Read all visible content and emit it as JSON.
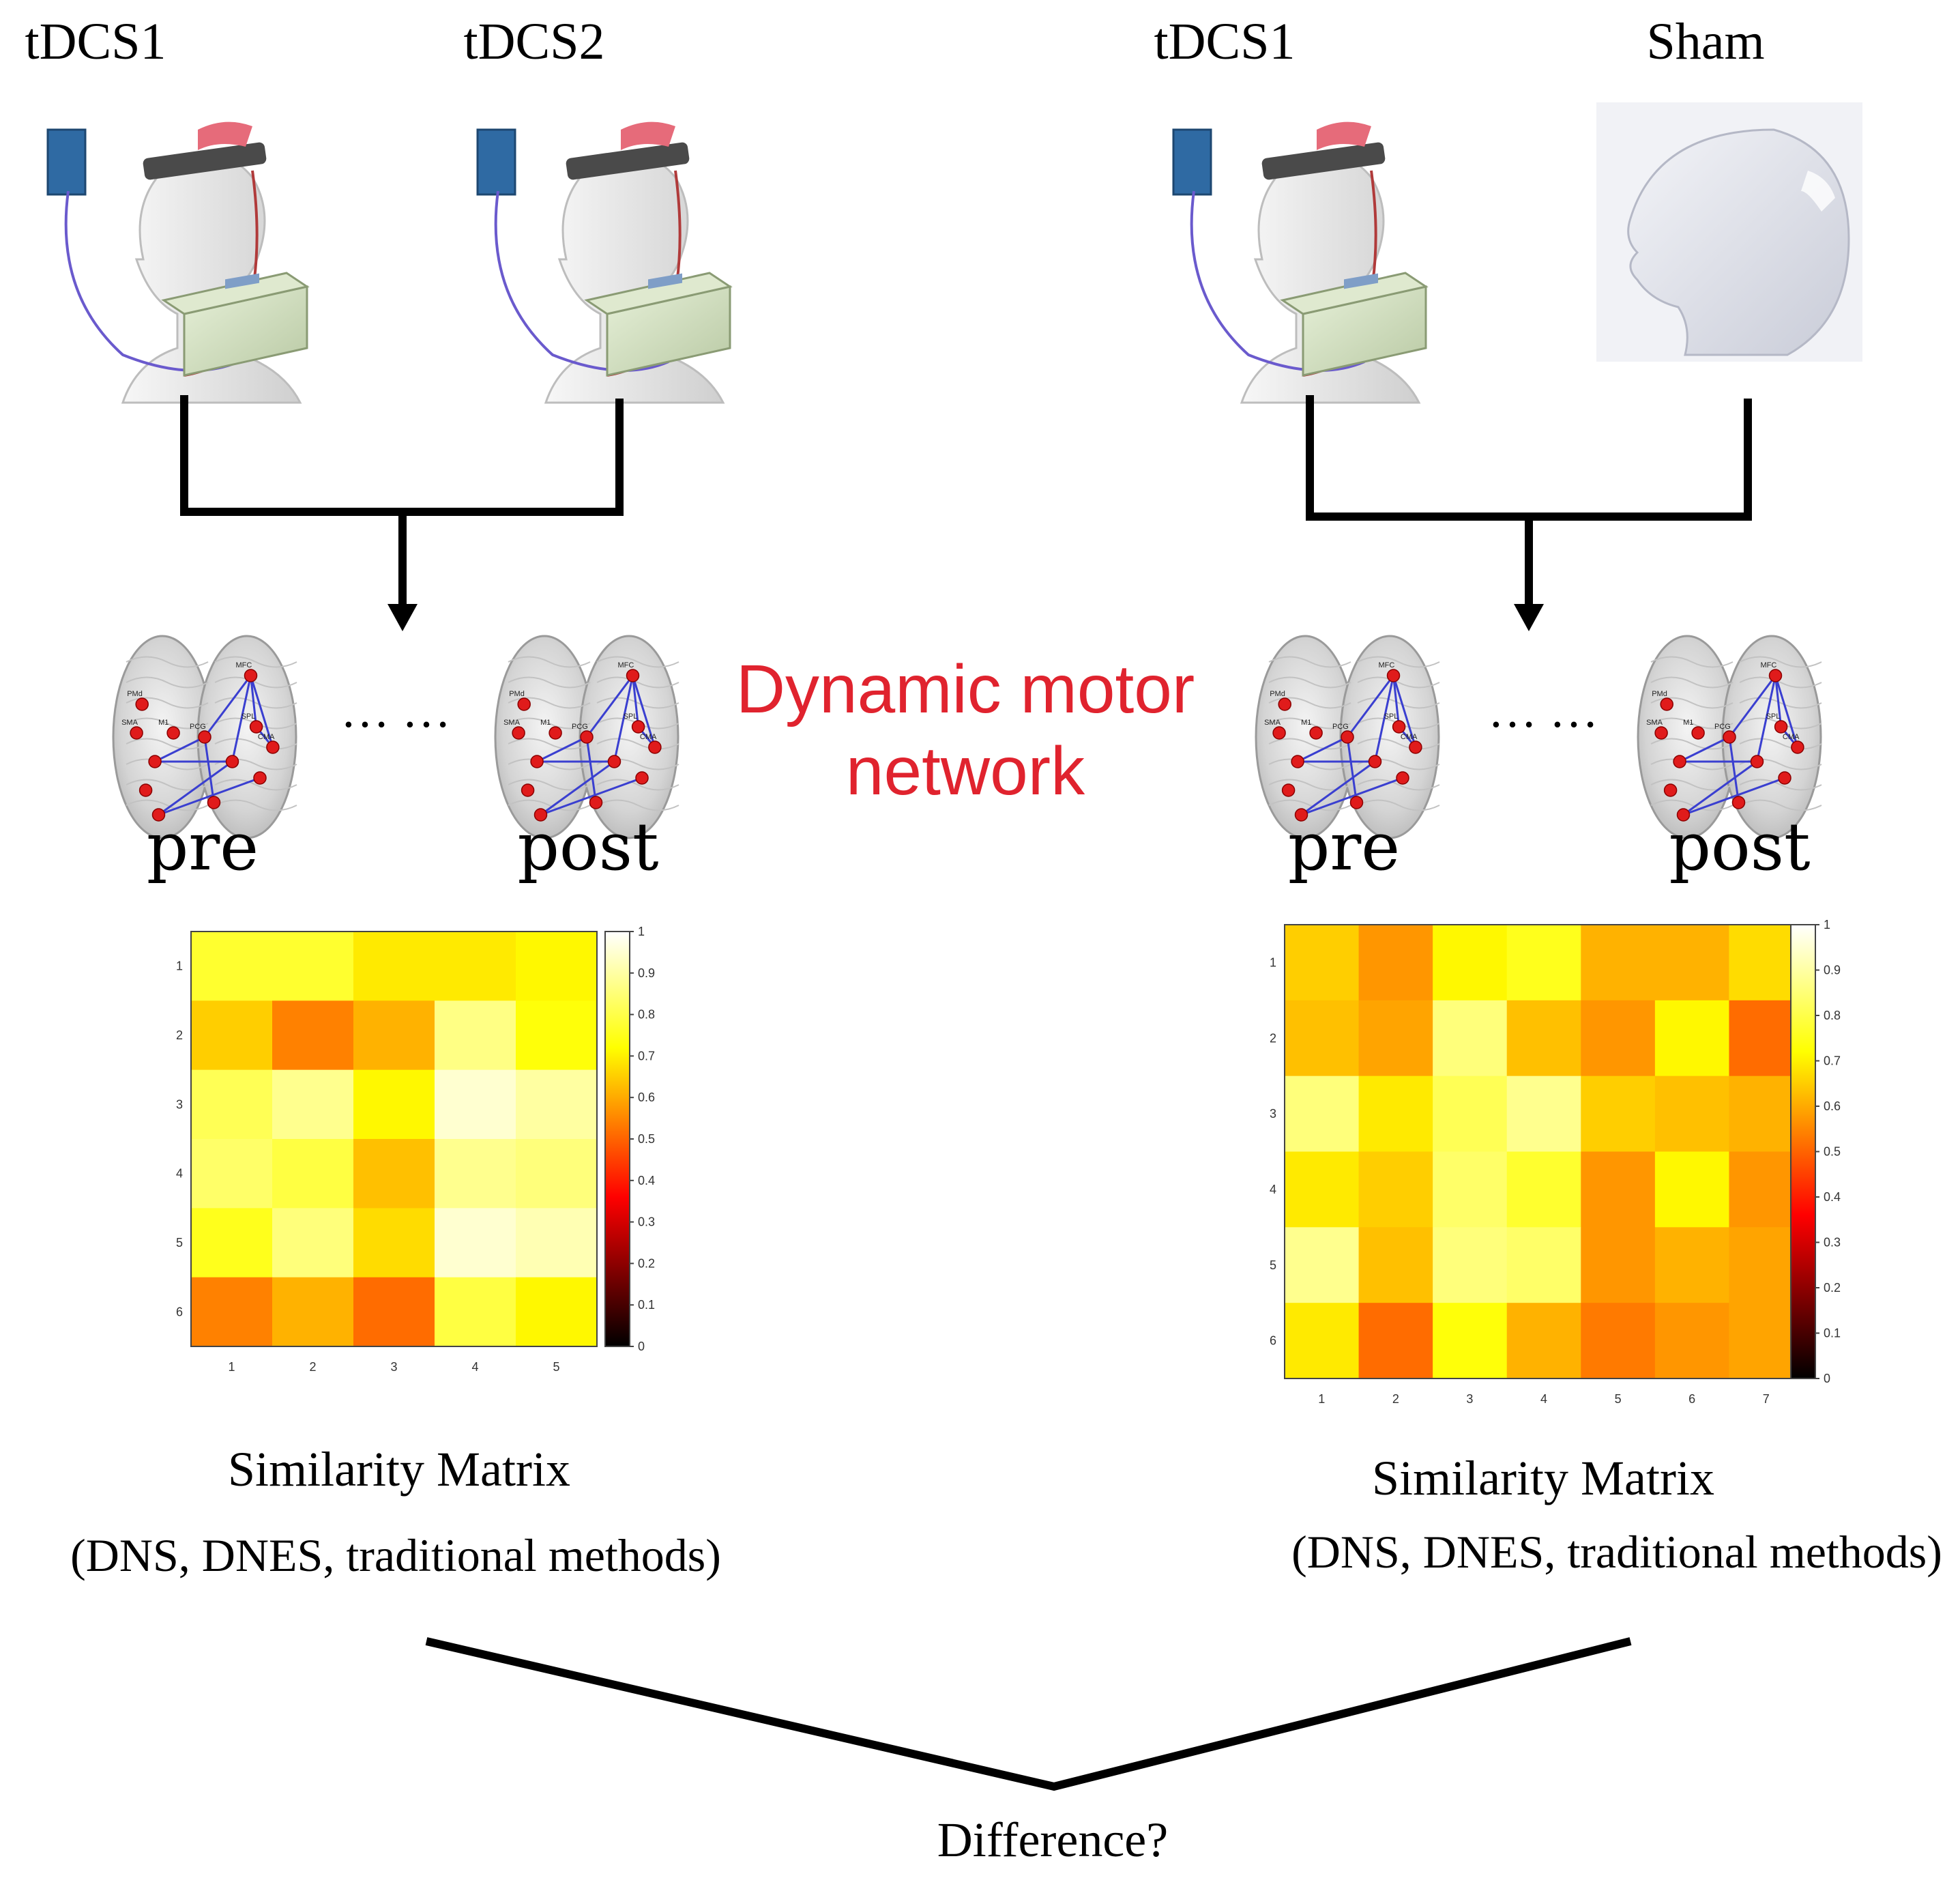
{
  "left_panel": {
    "cond_a": "tDCS1",
    "cond_b": "tDCS2",
    "pre_label": "pre",
    "post_label": "post",
    "ellipsis": "… …",
    "matrix_title": "Similarity Matrix",
    "matrix_subtitle": "(DNS, DNES, traditional  methods)"
  },
  "right_panel": {
    "cond_a": "tDCS1",
    "cond_b": "Sham",
    "pre_label": "pre",
    "post_label": "post",
    "ellipsis": "… …",
    "matrix_title": "Similarity Matrix",
    "matrix_subtitle": "(DNS, DNES, traditional  methods)"
  },
  "center_title_line1": "Dynamic motor",
  "center_title_line2": "network",
  "bottom_label": "Difference?",
  "chart_data": [
    {
      "type": "heatmap",
      "rows": [
        "1",
        "2",
        "3",
        "4",
        "5",
        "6"
      ],
      "cols": [
        "1",
        "2",
        "3",
        "4",
        "5"
      ],
      "values": [
        [
          0.78,
          0.78,
          0.7,
          0.7,
          0.72
        ],
        [
          0.66,
          0.55,
          0.62,
          0.87,
          0.74
        ],
        [
          0.82,
          0.88,
          0.72,
          0.95,
          0.9
        ],
        [
          0.84,
          0.8,
          0.64,
          0.88,
          0.86
        ],
        [
          0.76,
          0.86,
          0.68,
          0.95,
          0.92
        ],
        [
          0.55,
          0.62,
          0.52,
          0.8,
          0.72
        ]
      ],
      "colorbar": {
        "min": 0,
        "max": 1,
        "ticks": [
          "0",
          "0.1",
          "0.2",
          "0.3",
          "0.4",
          "0.5",
          "0.6",
          "0.7",
          "0.8",
          "0.9",
          "1"
        ]
      },
      "colormap": "hot"
    },
    {
      "type": "heatmap",
      "rows": [
        "1",
        "2",
        "3",
        "4",
        "5",
        "6"
      ],
      "cols": [
        "1",
        "2",
        "3",
        "4",
        "5",
        "6",
        "7"
      ],
      "values": [
        [
          0.66,
          0.58,
          0.72,
          0.76,
          0.62,
          0.62,
          0.68
        ],
        [
          0.64,
          0.6,
          0.86,
          0.64,
          0.58,
          0.72,
          0.52
        ],
        [
          0.86,
          0.7,
          0.82,
          0.88,
          0.66,
          0.64,
          0.62
        ],
        [
          0.7,
          0.66,
          0.84,
          0.78,
          0.58,
          0.72,
          0.58
        ],
        [
          0.88,
          0.64,
          0.86,
          0.84,
          0.58,
          0.62,
          0.6
        ],
        [
          0.7,
          0.52,
          0.74,
          0.62,
          0.54,
          0.58,
          0.6
        ]
      ],
      "colorbar": {
        "min": 0,
        "max": 1,
        "ticks": [
          "0",
          "0.1",
          "0.2",
          "0.3",
          "0.4",
          "0.5",
          "0.6",
          "0.7",
          "0.8",
          "0.9",
          "1"
        ]
      },
      "colormap": "hot"
    }
  ],
  "brain_nodes": [
    "MFC",
    "PMd",
    "SMA",
    "M1",
    "PCG",
    "SPL",
    "CMA"
  ]
}
